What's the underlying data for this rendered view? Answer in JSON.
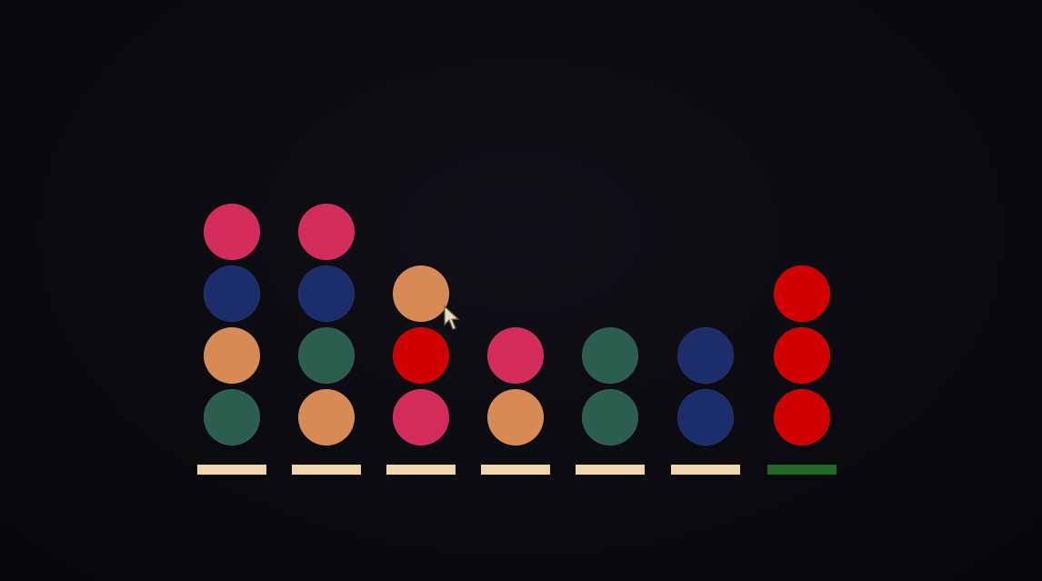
{
  "palette": {
    "pink": "#d32b5a",
    "navy": "#1b2d6b",
    "orange": "#d88a55",
    "teal": "#2c5e4f",
    "red": "#d10000",
    "base_default": "#f1d6ab",
    "base_complete": "#1f6a22"
  },
  "tubes": [
    {
      "balls": [
        "teal",
        "orange",
        "navy",
        "pink"
      ],
      "complete": false
    },
    {
      "balls": [
        "orange",
        "teal",
        "navy",
        "pink"
      ],
      "complete": false
    },
    {
      "balls": [
        "pink",
        "red",
        "orange"
      ],
      "complete": false
    },
    {
      "balls": [
        "orange",
        "pink"
      ],
      "complete": false
    },
    {
      "balls": [
        "teal",
        "teal"
      ],
      "complete": false
    },
    {
      "balls": [
        "navy",
        "navy"
      ],
      "complete": false
    },
    {
      "balls": [
        "red",
        "red",
        "red"
      ],
      "complete": true
    }
  ],
  "cursor": {
    "icon": "arrow-pointer-icon"
  }
}
